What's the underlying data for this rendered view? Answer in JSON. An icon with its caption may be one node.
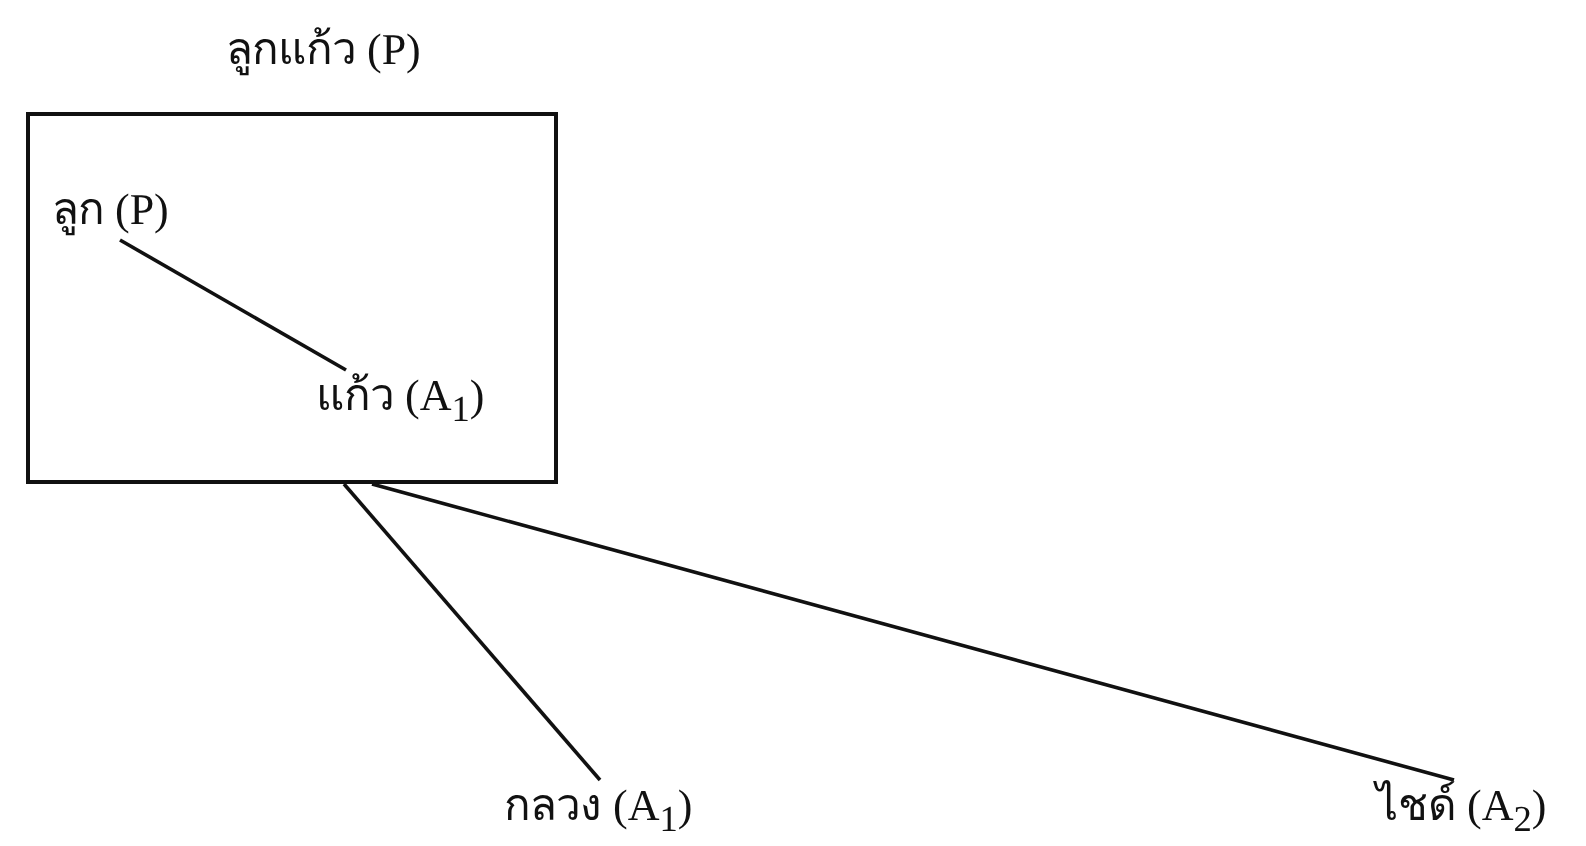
{
  "diagram": {
    "nodes": [
      {
        "text": [
          "ลูกแก้ว (P)"
        ]
      },
      {
        "text": [
          "ลูก (P)"
        ],
        "in": 0
      },
      {
        "text": [
          "แก้ว (A$_{1}$)"
        ],
        "in": 0
      },
      {
        "text": [
          "กลวง (A$_{1}$)"
        ]
      },
      {
        "text": [
          "ไชด์ (A$_{2}$)"
        ]
      }
    ],
    "edges": [
      {
        "from": 1,
        "to": 2,
        "arrow": "none"
      },
      {
        "from": 0,
        "to": 3,
        "arrow": "none"
      },
      {
        "from": 0,
        "to": 4,
        "arrow": "none"
      }
    ]
  }
}
